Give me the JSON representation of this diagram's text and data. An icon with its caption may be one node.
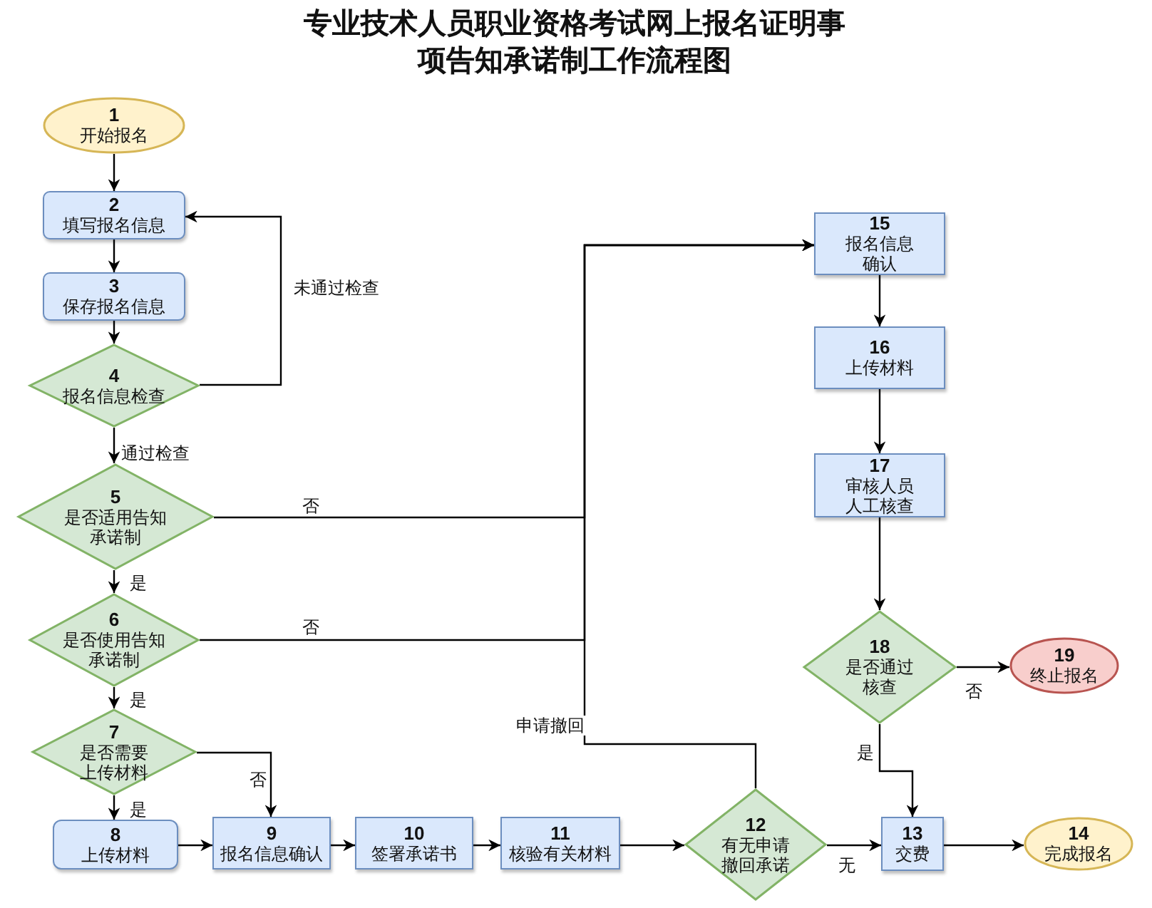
{
  "diagram": {
    "title": "专业技术人员职业资格考试网上报名证明事项告知承诺制工作流程图",
    "nodes": [
      {
        "text": [
          "1",
          "开始报名"
        ]
      },
      {
        "text": [
          "2",
          "填写报名信息"
        ]
      },
      {
        "text": [
          "3",
          "保存报名信息"
        ]
      },
      {
        "text": [
          "4",
          "报名信息检查"
        ]
      },
      {
        "text": [
          "5",
          "是否适用告知承诺制"
        ]
      },
      {
        "text": [
          "6",
          "是否使用告知承诺制"
        ]
      },
      {
        "text": [
          "7",
          "是否需要上传材料"
        ]
      },
      {
        "text": [
          "8",
          "上传材料"
        ]
      },
      {
        "text": [
          "9",
          "报名信息确认"
        ]
      },
      {
        "text": [
          "10",
          "签署承诺书"
        ]
      },
      {
        "text": [
          "11",
          "核验有关材料"
        ]
      },
      {
        "text": [
          "12",
          "有无申请撤回承诺"
        ]
      },
      {
        "text": [
          "13",
          "交费"
        ]
      },
      {
        "text": [
          "14",
          "完成报名"
        ]
      },
      {
        "text": [
          "15",
          "报名信息确认"
        ]
      },
      {
        "text": [
          "16",
          "上传材料"
        ]
      },
      {
        "text": [
          "17",
          "审核人员人工核查"
        ]
      },
      {
        "text": [
          "18",
          "是否通过核查"
        ]
      },
      {
        "text": [
          "19",
          "终止报名"
        ]
      }
    ],
    "edges": [
      {
        "from": 0,
        "to": 1,
        "arrow": "to"
      },
      {
        "from": 1,
        "to": 2,
        "arrow": "to"
      },
      {
        "from": 2,
        "to": 3,
        "arrow": "to"
      },
      {
        "from": 3,
        "to": 1,
        "arrow": "to",
        "label": "未通过检查"
      },
      {
        "from": 3,
        "to": 4,
        "arrow": "to",
        "label": "通过检查"
      },
      {
        "from": 4,
        "to": 14,
        "arrow": "to",
        "label": "否"
      },
      {
        "from": 5,
        "to": 14,
        "arrow": "to",
        "label": "否"
      },
      {
        "from": 11,
        "to": 14,
        "arrow": "to",
        "label": "申请撤回"
      },
      {
        "from": 4,
        "to": 5,
        "arrow": "to",
        "label": "是"
      },
      {
        "from": 5,
        "to": 6,
        "arrow": "to",
        "label": "是"
      },
      {
        "from": 6,
        "to": 7,
        "arrow": "to",
        "label": "是"
      },
      {
        "from": 6,
        "to": 8,
        "arrow": "to",
        "label": "否"
      },
      {
        "from": 7,
        "to": 8,
        "arrow": "to"
      },
      {
        "from": 8,
        "to": 9,
        "arrow": "to"
      },
      {
        "from": 9,
        "to": 10,
        "arrow": "to"
      },
      {
        "from": 10,
        "to": 11,
        "arrow": "to"
      },
      {
        "from": 11,
        "to": 12,
        "arrow": "to",
        "label": "无"
      },
      {
        "from": 12,
        "to": 13,
        "arrow": "to"
      },
      {
        "from": 14,
        "to": 15,
        "arrow": "to"
      },
      {
        "from": 15,
        "to": 16,
        "arrow": "to"
      },
      {
        "from": 16,
        "to": 17,
        "arrow": "to"
      },
      {
        "from": 17,
        "to": 18,
        "arrow": "to",
        "label": "否"
      },
      {
        "from": 17,
        "to": 12,
        "arrow": "to",
        "label": "是"
      }
    ]
  }
}
